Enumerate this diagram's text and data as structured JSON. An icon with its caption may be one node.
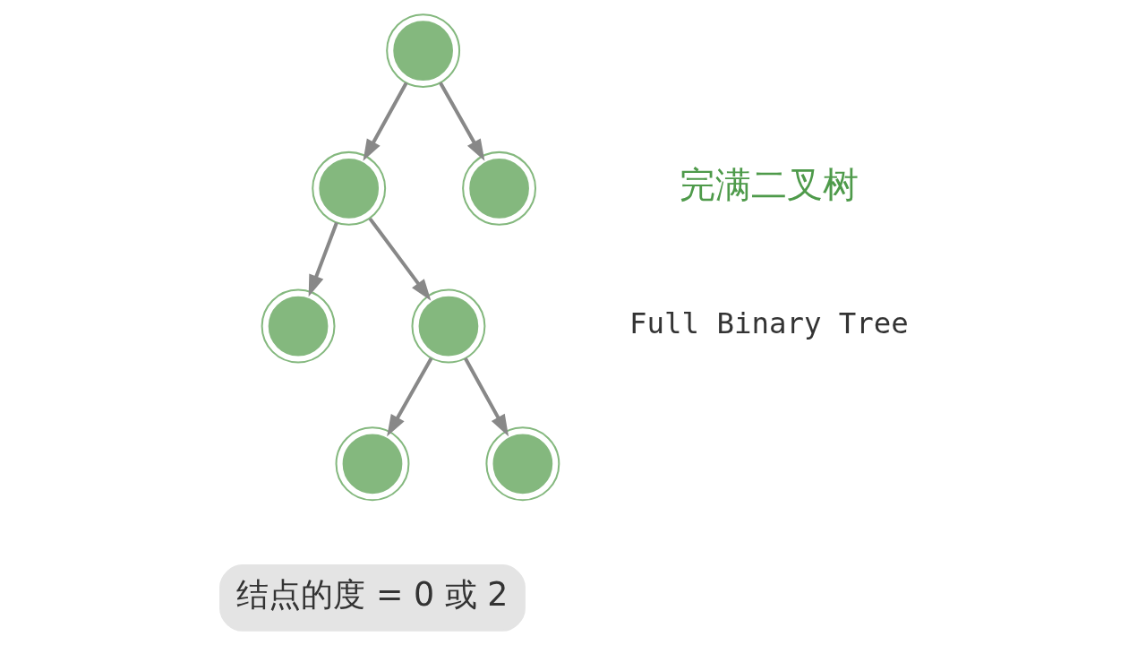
{
  "diagram": {
    "nodes": [
      {
        "text": [],
        "shape": "circle"
      },
      {
        "text": [],
        "shape": "circle"
      },
      {
        "text": [],
        "shape": "circle"
      },
      {
        "text": [],
        "shape": "circle"
      },
      {
        "text": [],
        "shape": "circle"
      },
      {
        "text": [],
        "shape": "circle"
      },
      {
        "text": [],
        "shape": "circle"
      }
    ],
    "edges": [
      {
        "from": 0,
        "to": 1,
        "arrow": "to"
      },
      {
        "from": 0,
        "to": 2,
        "arrow": "to"
      },
      {
        "from": 1,
        "to": 3,
        "arrow": "to"
      },
      {
        "from": 1,
        "to": 4,
        "arrow": "to"
      },
      {
        "from": 4,
        "to": 5,
        "arrow": "to"
      },
      {
        "from": 4,
        "to": 6,
        "arrow": "to"
      }
    ],
    "labels": [
      "完满二叉树",
      "Full Binary Tree",
      "结点的度 = 0 或 2"
    ]
  }
}
